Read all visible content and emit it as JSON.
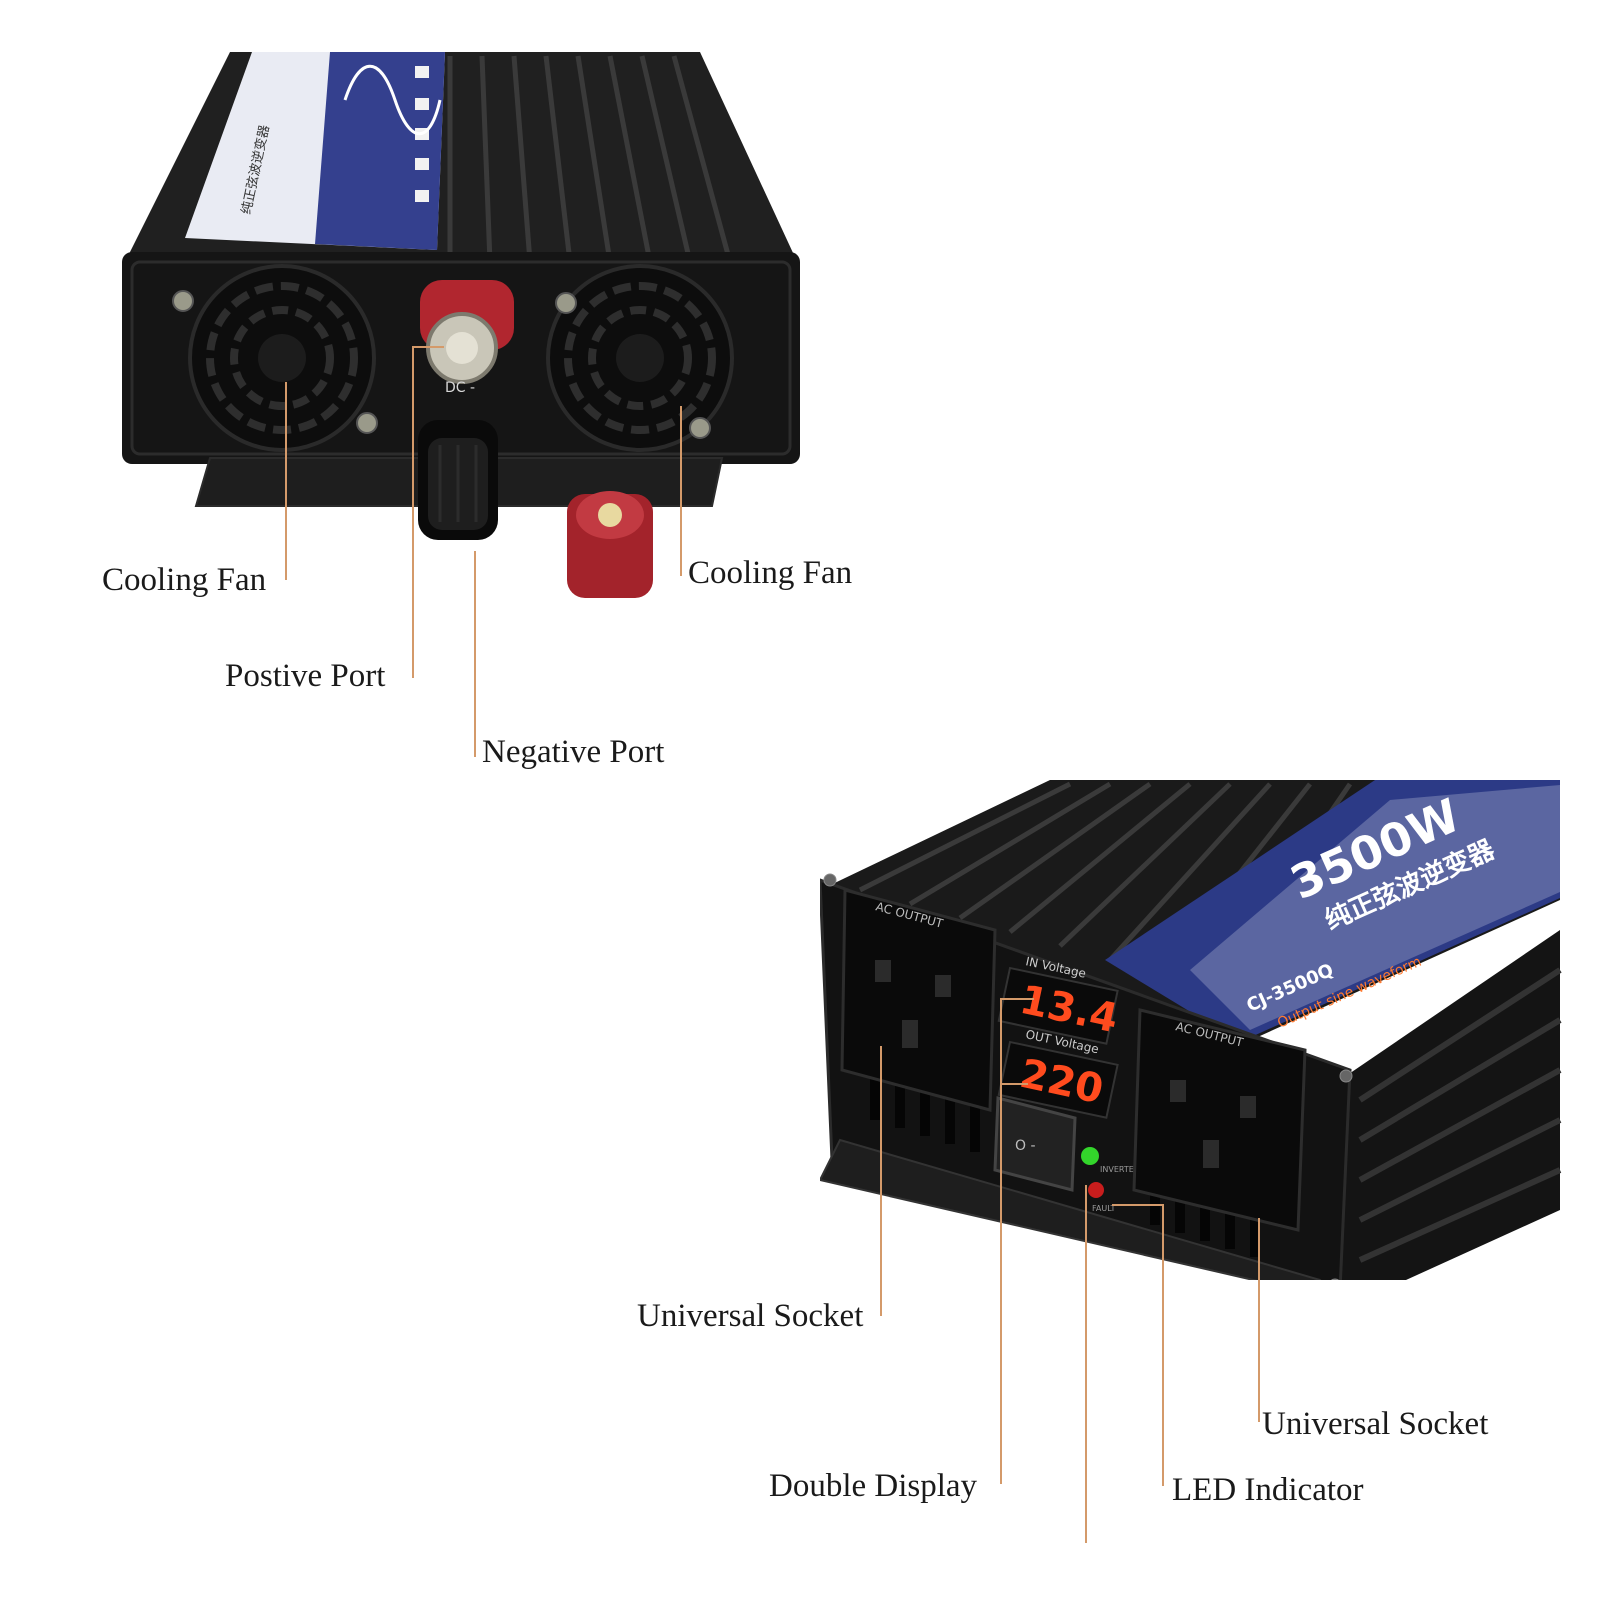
{
  "top_unit": {
    "label_panel_text": "纯正弦波逆变器",
    "terminal_text": "DC -",
    "callouts": {
      "cooling_fan_left": "Cooling Fan",
      "cooling_fan_right": "Cooling Fan",
      "positive_port": "Postive Port",
      "negative_port": "Negative Port"
    }
  },
  "bottom_unit": {
    "power_rating": "3500W",
    "title_cn": "纯正弦波逆变器",
    "model": "CJ-3500Q",
    "waveform_text": "Output sine waveform",
    "socket_label_left": "AC OUTPUT",
    "socket_label_right": "AC OUTPUT",
    "in_voltage_label": "IN Voltage",
    "in_voltage_value": "13.4",
    "out_voltage_label": "OUT Voltage",
    "out_voltage_value": "220",
    "switch_text": "O  -",
    "led_labels": [
      "INVERTER",
      "FAULT"
    ],
    "callouts": {
      "universal_socket_left": "Universal Socket",
      "universal_socket_right": "Universal Socket",
      "double_display": "Double Display",
      "led_indicator": "LED Indicator"
    }
  },
  "colors": {
    "leader_line": "#d49a6a",
    "housing": "#1b1b1b",
    "label_blue": "#2c3a86",
    "display_red": "#ff4b1e",
    "terminal_red": "#b1262f",
    "led_green": "#33d62b",
    "led_red": "#c81d1d"
  }
}
